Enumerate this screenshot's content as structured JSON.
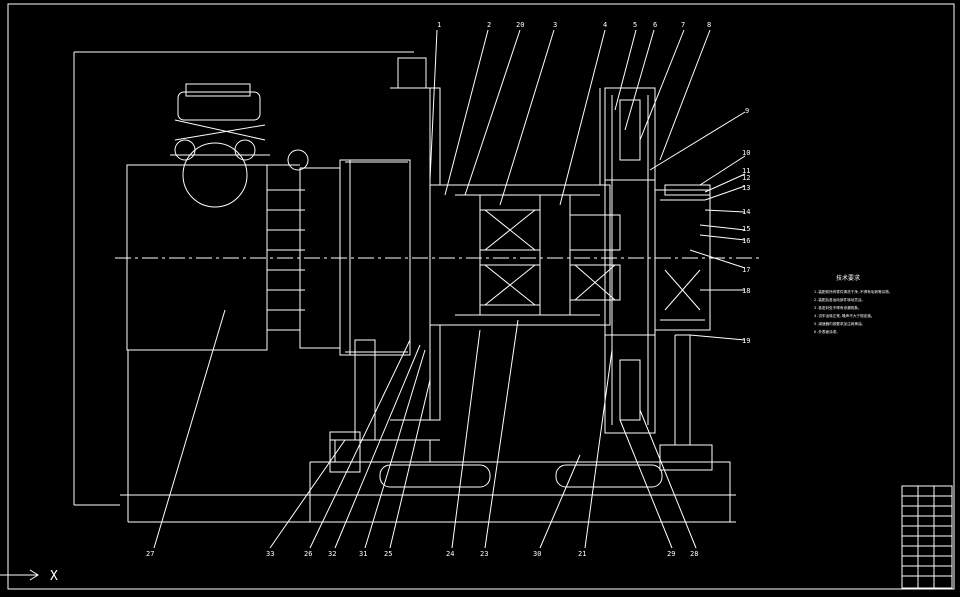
{
  "colors": {
    "background": "#000000",
    "line": "#ffffff",
    "accent": "#ffffff"
  },
  "balloons_top": [
    "1",
    "2",
    "20",
    "3",
    "4",
    "5",
    "6",
    "7",
    "8"
  ],
  "balloons_right": [
    "9",
    "10",
    "11",
    "12",
    "13",
    "14",
    "15",
    "16",
    "17",
    "18",
    "19"
  ],
  "balloons_bottom": [
    "27",
    "33",
    "26",
    "32",
    "31",
    "25",
    "24",
    "23",
    "30",
    "21",
    "29",
    "28"
  ],
  "tech_notes": {
    "title": "技术要求",
    "lines": [
      "1.装配前所有零件清洗干净,不得有毛刺等杂物。",
      "2.装配后各运动部件转动灵活。",
      "3.各密封处不得有渗漏现象。",
      "4.试车运转正常,噪声不大于规定值。",
      "5.减速器内按要求加注润滑油。",
      "6.外表面涂漆。"
    ]
  },
  "ucs": {
    "axis_label": "X"
  }
}
